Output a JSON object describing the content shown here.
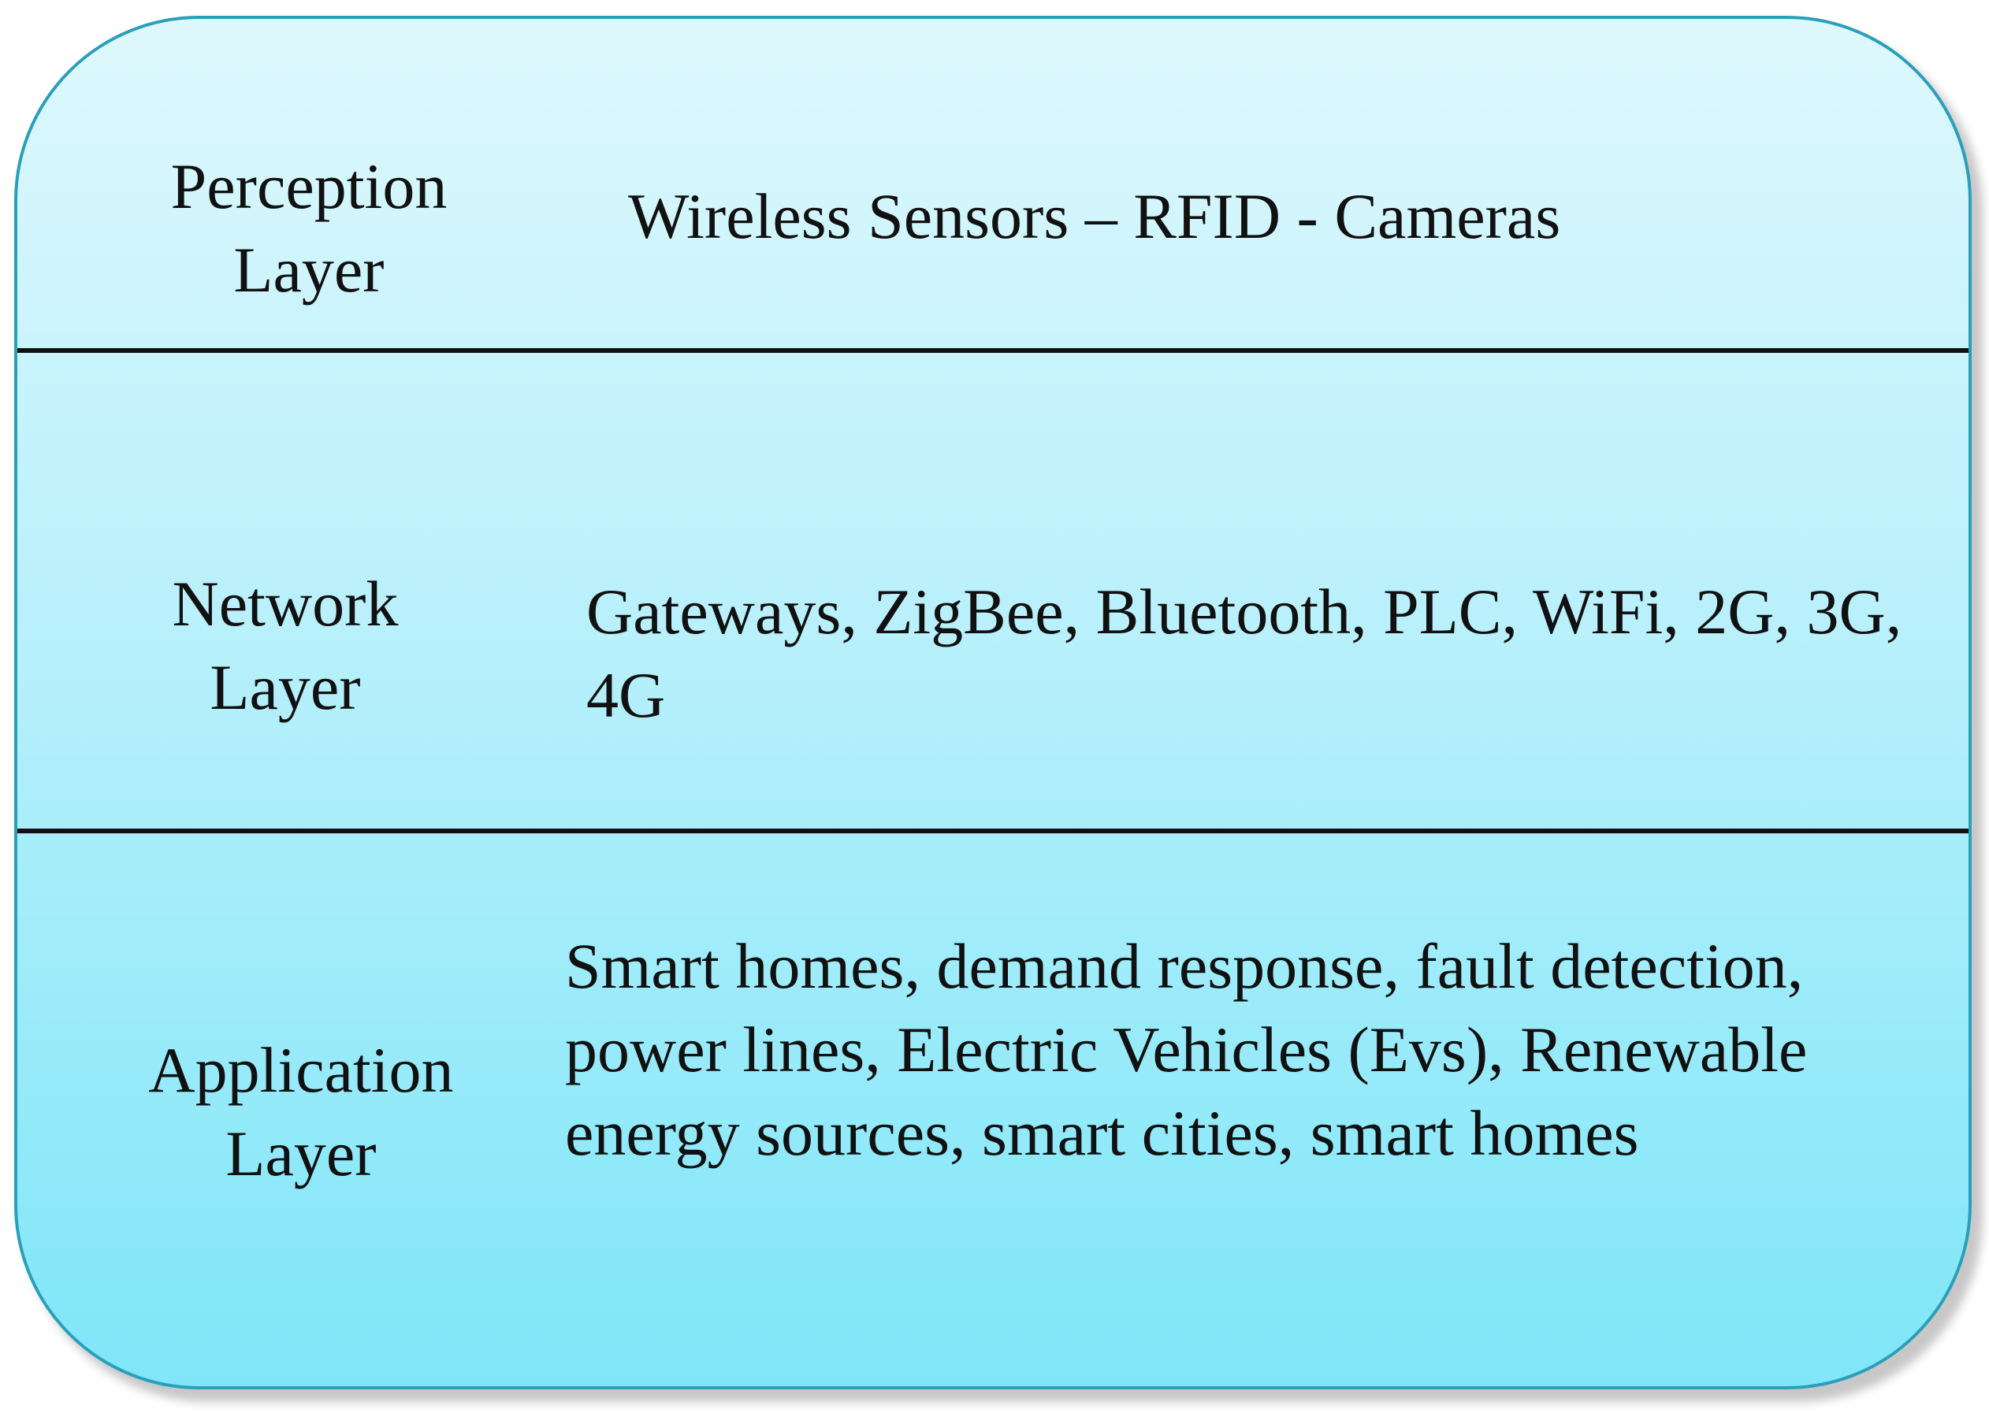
{
  "diagram": {
    "layers": [
      {
        "name": "Perception\nLayer",
        "description": "Wireless Sensors – RFID - Cameras"
      },
      {
        "name": "Network\nLayer",
        "description": "Gateways, ZigBee, Bluetooth, PLC, WiFi, 2G, 3G, 4G"
      },
      {
        "name": "Application\nLayer",
        "description": "Smart homes, demand response, fault detection, power lines, Electric Vehicles (Evs), Renewable energy sources, smart cities, smart homes"
      }
    ],
    "colors": {
      "border": "#2a9fbb",
      "gradient_top": "#def8fd",
      "gradient_bottom": "#7fe6f8",
      "divider": "#111111",
      "text": "#111111"
    }
  }
}
